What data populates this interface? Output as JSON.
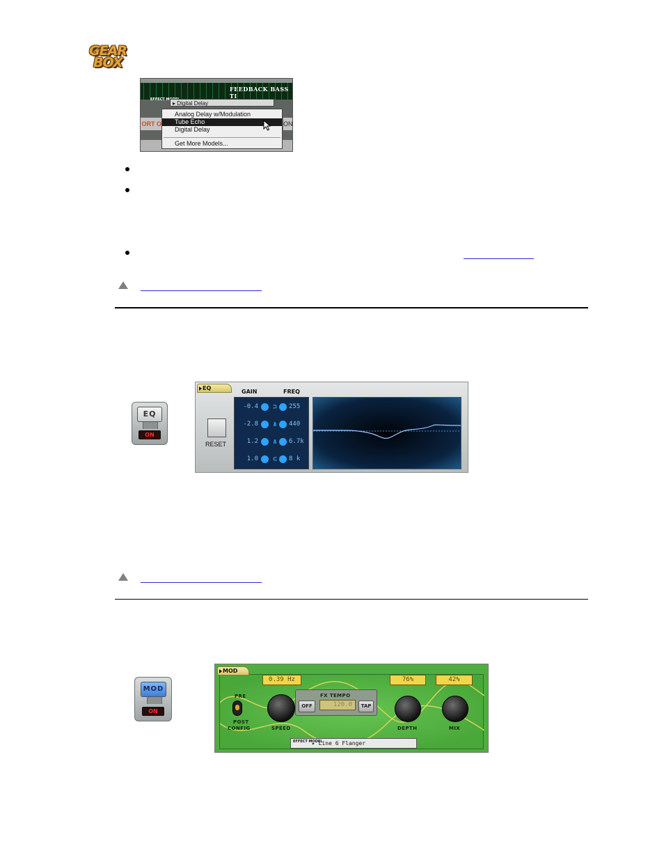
{
  "logo": {
    "line1": "GEAR",
    "line2": "BOX"
  },
  "delay_screenshot": {
    "top_labels": "FEEDBACK  BASS   TI",
    "effect_model_label": "EFFECT MODEL",
    "effect_model_value": "Digital Delay",
    "left_fragment": "ORT O",
    "right_fragment": "ON",
    "menu_items": [
      {
        "label": "Analog Delay w/Modulation",
        "selected": false
      },
      {
        "label": "Tube Echo",
        "selected": true
      },
      {
        "label": "Digital Delay",
        "selected": false
      },
      {
        "label": "Get More Models...",
        "selected": false
      }
    ]
  },
  "eq_toggle": {
    "label": "EQ",
    "state": "ON"
  },
  "eq_panel": {
    "tab": "EQ",
    "gain_header": "GAIN",
    "freq_header": "FREQ",
    "reset_label": "RESET",
    "bands": [
      {
        "gain": "-0.4",
        "shape": "shelf",
        "freq": "255"
      },
      {
        "gain": "-2.8",
        "shape": "peak",
        "freq": "440"
      },
      {
        "gain": "1.2",
        "shape": "peak",
        "freq": "6.7k"
      },
      {
        "gain": "1.0",
        "shape": "shelf",
        "freq": "8 k"
      }
    ],
    "colors": {
      "display_bg": "#0f2a4c",
      "display_text": "#7fc2ff"
    }
  },
  "mod_toggle": {
    "label": "MOD",
    "state": "ON"
  },
  "mod_panel": {
    "tab": "MOD",
    "speed_value": "0.39 Hz",
    "depth_value": "76%",
    "mix_value": "42%",
    "fx_tempo_label": "FX TEMPO",
    "off_button": "OFF",
    "tempo_value": "120.0",
    "tap_button": "TAP",
    "pre_label": "PRE",
    "post_label": "POST",
    "config_label": "CONFIG",
    "speed_label": "SPEED",
    "depth_label": "DEPTH",
    "mix_label": "MIX",
    "effect_model_label": "EFFECT MODEL",
    "effect_model_value": "Line 6 Flanger",
    "colors": {
      "panel": "#4fae3f",
      "display": "#f2d64a"
    }
  }
}
